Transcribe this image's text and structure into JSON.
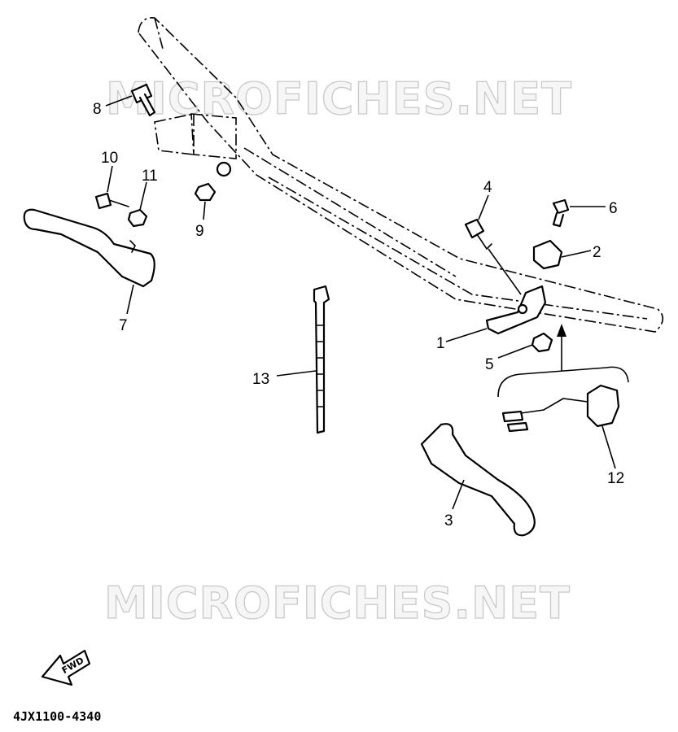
{
  "watermark": {
    "top": "MICROFICHES.NET",
    "bottom": "MICROFICHES.NET"
  },
  "callouts": {
    "c1": "1",
    "c2": "2",
    "c3": "3",
    "c4": "4",
    "c5": "5",
    "c6": "6",
    "c7": "7",
    "c8": "8",
    "c9": "9",
    "c10": "10",
    "c11": "11",
    "c12": "12",
    "c13": "13"
  },
  "fwd_label": "FWD",
  "drawing_code": "4JX1100-4340",
  "colors": {
    "line": "#000000",
    "background": "#ffffff",
    "watermark": "#c9c9c9"
  },
  "icons": {
    "direction": "fwd-arrow-icon"
  }
}
